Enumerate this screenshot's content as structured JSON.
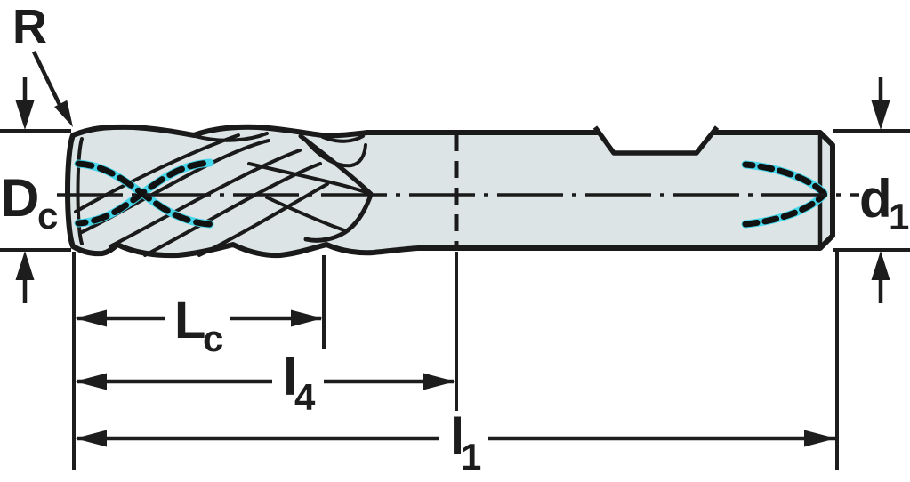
{
  "diagram": {
    "type": "technical-drawing",
    "subject": "end-mill-side-view-with-dimensions",
    "colors": {
      "line": "#1d1d1d",
      "tool_outline": "#1a1a1a",
      "body_fill": "#dde4e5",
      "highlight_cyan": "#45d6ea",
      "label_bg": "#ffffff",
      "flat_fill": "#ffffff"
    },
    "labels": {
      "corner_radius": {
        "main": "R"
      },
      "cutting_diameter": {
        "main": "D",
        "sub": "c"
      },
      "shank_diameter": {
        "main": "d",
        "sub": "1"
      },
      "flute_length": {
        "main": "L",
        "sub": "c"
      },
      "usable_length": {
        "main": "l",
        "sub": "4"
      },
      "overall_length": {
        "main": "l",
        "sub": "1"
      }
    }
  }
}
